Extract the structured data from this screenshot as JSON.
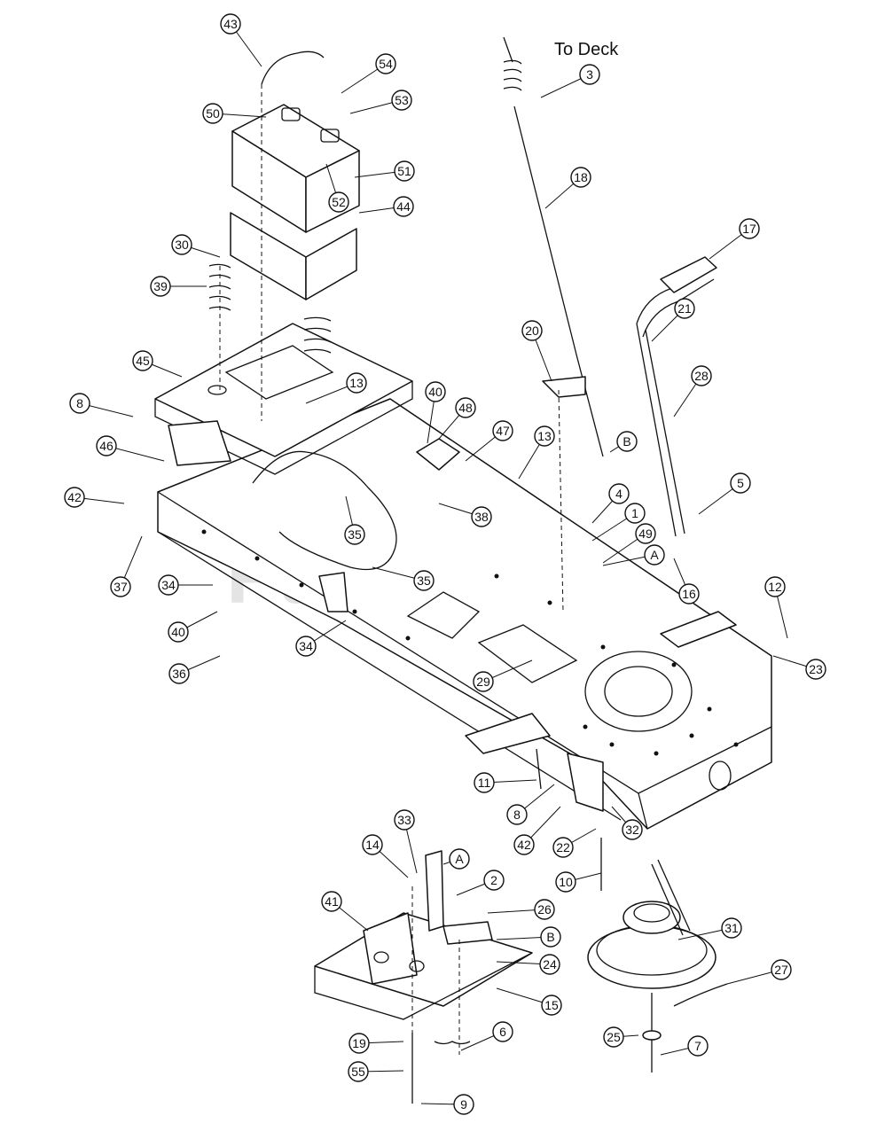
{
  "watermark": "PartsTree",
  "to_deck_label": "To Deck",
  "callouts": [
    "43",
    "54",
    "50",
    "53",
    "51",
    "52",
    "44",
    "30",
    "39",
    "45",
    "8",
    "13",
    "40",
    "48",
    "47",
    "46",
    "42",
    "37",
    "35",
    "38",
    "3",
    "18",
    "17",
    "21",
    "20",
    "28",
    "B",
    "13",
    "4",
    "1",
    "5",
    "49",
    "A",
    "16",
    "34",
    "40",
    "36",
    "12",
    "23",
    "29",
    "11",
    "8",
    "42",
    "22",
    "32",
    "10",
    "14",
    "33",
    "A",
    "2",
    "41",
    "26",
    "B",
    "24",
    "15",
    "19",
    "6",
    "55",
    "9",
    "31",
    "27",
    "25",
    "7",
    "35",
    "34"
  ]
}
